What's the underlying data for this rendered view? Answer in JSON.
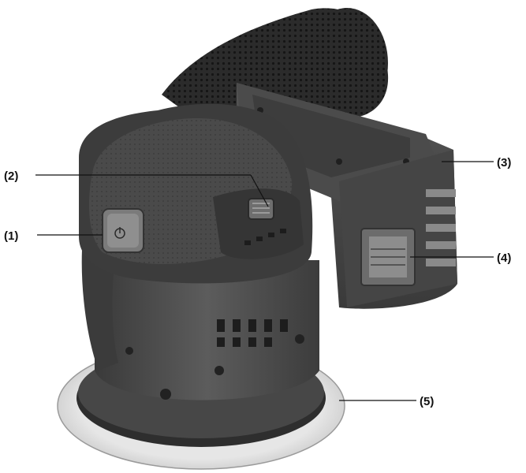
{
  "figure": {
    "subject": "random orbit sander with dust bag and battery pack",
    "palette": {
      "body_dark": "#3e3e3e",
      "body_mid": "#5a5a5a",
      "body_light": "#7a7a7a",
      "pad": "#d9d9d9",
      "mesh": "#2a2a2a",
      "leader_line": "#111111"
    }
  },
  "callouts": [
    {
      "id": "1",
      "label": "(1)",
      "part_icon": "power-button-icon"
    },
    {
      "id": "2",
      "label": "(2)",
      "part_icon": "speed-dial-icon"
    },
    {
      "id": "3",
      "label": "(3)",
      "part_icon": "battery-pack-icon"
    },
    {
      "id": "4",
      "label": "(4)",
      "part_icon": "battery-release-button-icon"
    },
    {
      "id": "5",
      "label": "(5)",
      "part_icon": "sanding-pad-icon"
    }
  ]
}
